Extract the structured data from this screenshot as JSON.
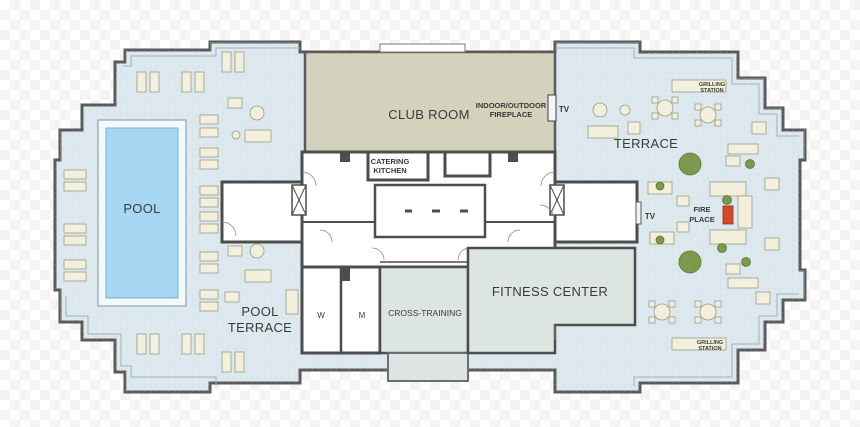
{
  "floor_plan": {
    "rooms": {
      "club_room": "CLUB ROOM",
      "terrace": "TERRACE",
      "pool": "POOL",
      "pool_terrace_line1": "POOL",
      "pool_terrace_line2": "TERRACE",
      "fitness_center": "FITNESS CENTER",
      "cross_training": "CROSS-TRAINING",
      "catering_line1": "CATERING",
      "catering_line2": "KITCHEN",
      "womens": "W",
      "mens": "M"
    },
    "features": {
      "fireplace_line1": "INDOOR/OUTDOOR",
      "fireplace_line2": "FIREPLACE",
      "fire_place_line1": "FIRE",
      "fire_place_line2": "PLACE",
      "tv_club": "TV",
      "tv_terrace": "TV",
      "grilling_top_line1": "GRILLING",
      "grilling_top_line2": "STATION",
      "grilling_bottom_line1": "GRILLING",
      "grilling_bottom_line2": "STATION"
    },
    "colors": {
      "terrace": "#dde9ef",
      "club_room": "#d4d2bd",
      "fitness": "#dde5e2",
      "pool_water": "#a7d8f3",
      "walls": "#4d4d4d",
      "fireplace": "#d44a26",
      "planter": "#7d9a4c"
    }
  }
}
